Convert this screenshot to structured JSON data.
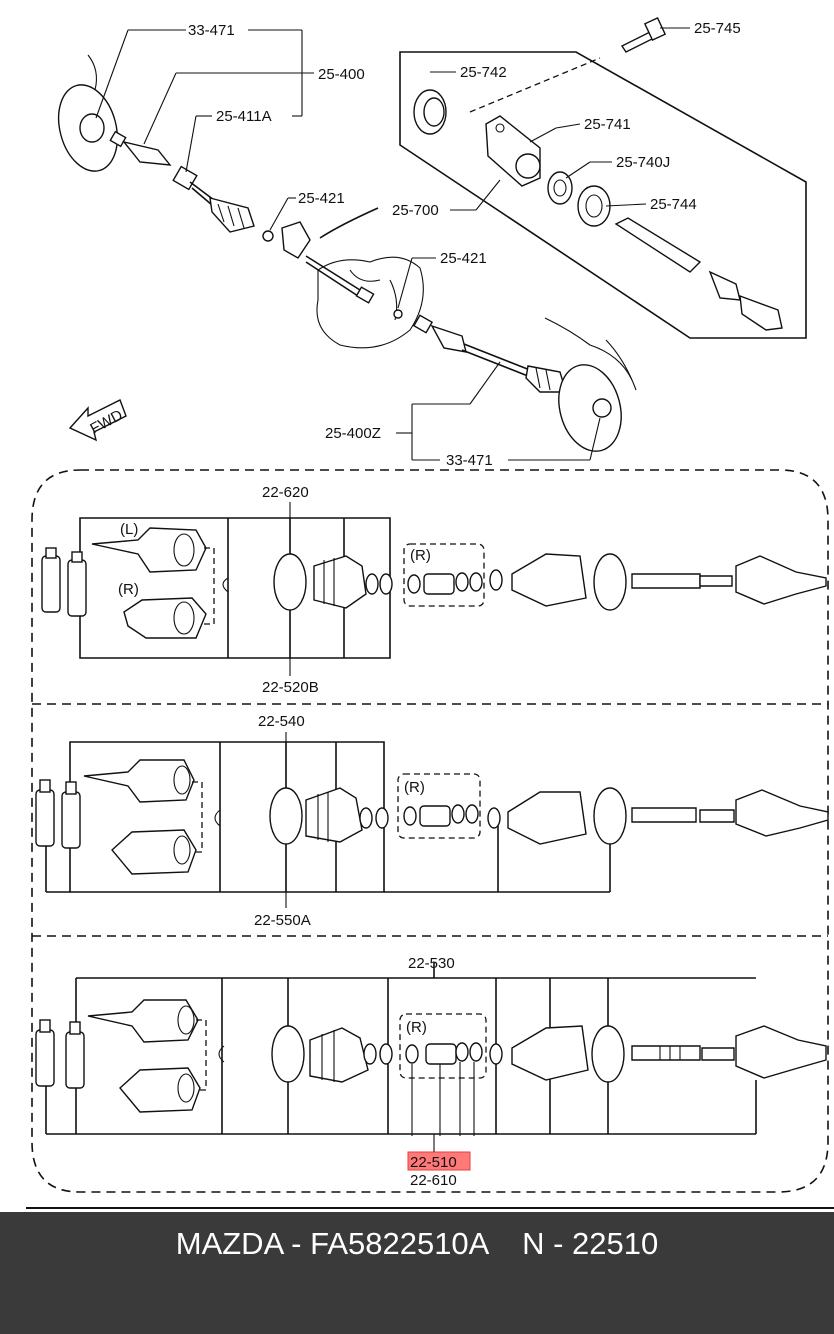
{
  "diagram": {
    "top_labels": {
      "l_33471_top": "33-471",
      "l_25400": "25-400",
      "l_25411A": "25-411A",
      "l_25421_a": "25-421",
      "l_25700": "25-700",
      "l_25421_b": "25-421",
      "l_25400Z": "25-400Z",
      "l_33471_bot": "33-471",
      "l_25745": "25-745",
      "l_25742": "25-742",
      "l_25741": "25-741",
      "l_25740J": "25-740J",
      "l_25744": "25-744",
      "fwd": "FWD"
    },
    "panel1": {
      "top_label": "22-620",
      "bottom_label": "22-520B",
      "mark_L": "(L)",
      "mark_R": "(R)",
      "box_R": "(R)"
    },
    "panel2": {
      "top_label": "22-540",
      "bottom_label": "22-550A",
      "box_R": "(R)"
    },
    "panel3": {
      "top_label": "22-530",
      "highlight_label": "22-510",
      "bottom_label": "22-610",
      "box_R": "(R)"
    },
    "highlight_color": "#ff4d4d"
  },
  "footer": {
    "text": "MAZDA - FA5822510A    N - 22510",
    "background": "#3a3a3a"
  }
}
